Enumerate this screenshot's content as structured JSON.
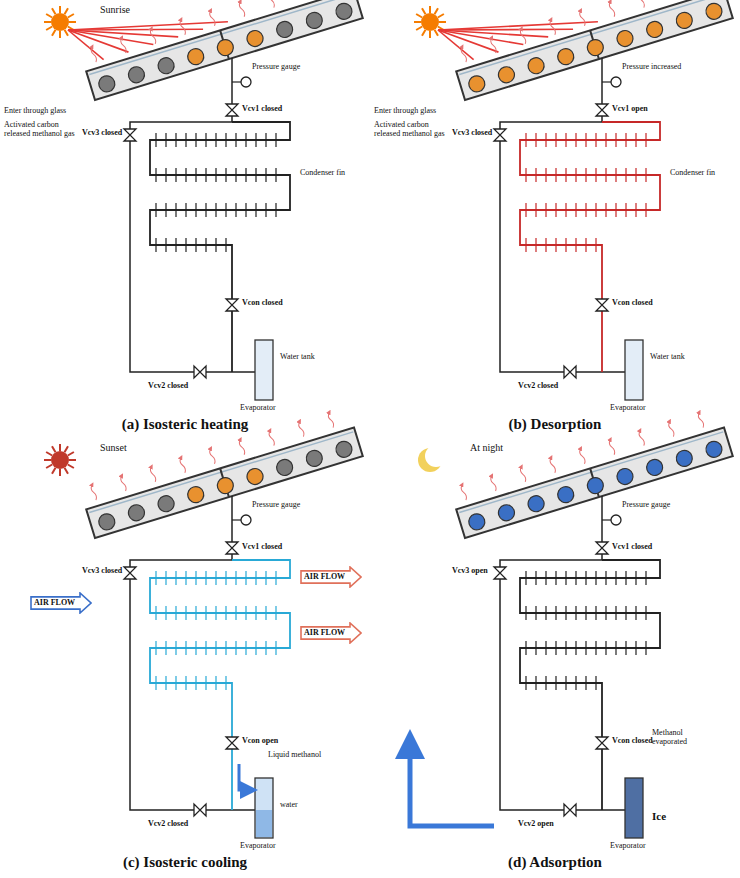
{
  "diagram": {
    "nodes": [
      {
        "text": [
          "AIR FLOW"
        ]
      },
      {
        "text": [
          "AIR FLOW"
        ]
      },
      {
        "text": [
          "AIR FLOW"
        ]
      }
    ],
    "labels": [
      "Sunrise",
      "Pressure gauge",
      "Enter through glass",
      "Activated carbon released methanol gas",
      "Vcv1 closed",
      "Vcv3 closed",
      "Condenser fin",
      "Vcon closed",
      "Vcv2 closed",
      "Water tank",
      "Evaporator",
      "(a) Isosteric heating",
      "Pressure increased",
      "Enter through glass",
      "Activated carbon released methanol gas",
      "Vcv1 open",
      "Vcv3 closed",
      "Condenser fin",
      "Vcon closed",
      "Vcv2 closed",
      "Water tank",
      "Evaporator",
      "(b) Desorption",
      "Sunset",
      "Pressure gauge",
      "Vcv1 closed",
      "Vcv3 closed",
      "Vcon open",
      "Liquid methanol",
      "Vcv2 closed",
      "water",
      "Evaporator",
      "(c) Isosteric cooling",
      "At night",
      "Pressure gauge",
      "Vcv1 closed",
      "Vcv3 open",
      "Vcon closed",
      "Vcv2 open",
      "Methanol evaporated",
      "Ice",
      "Evaporator",
      "(d) Adsorption"
    ]
  }
}
